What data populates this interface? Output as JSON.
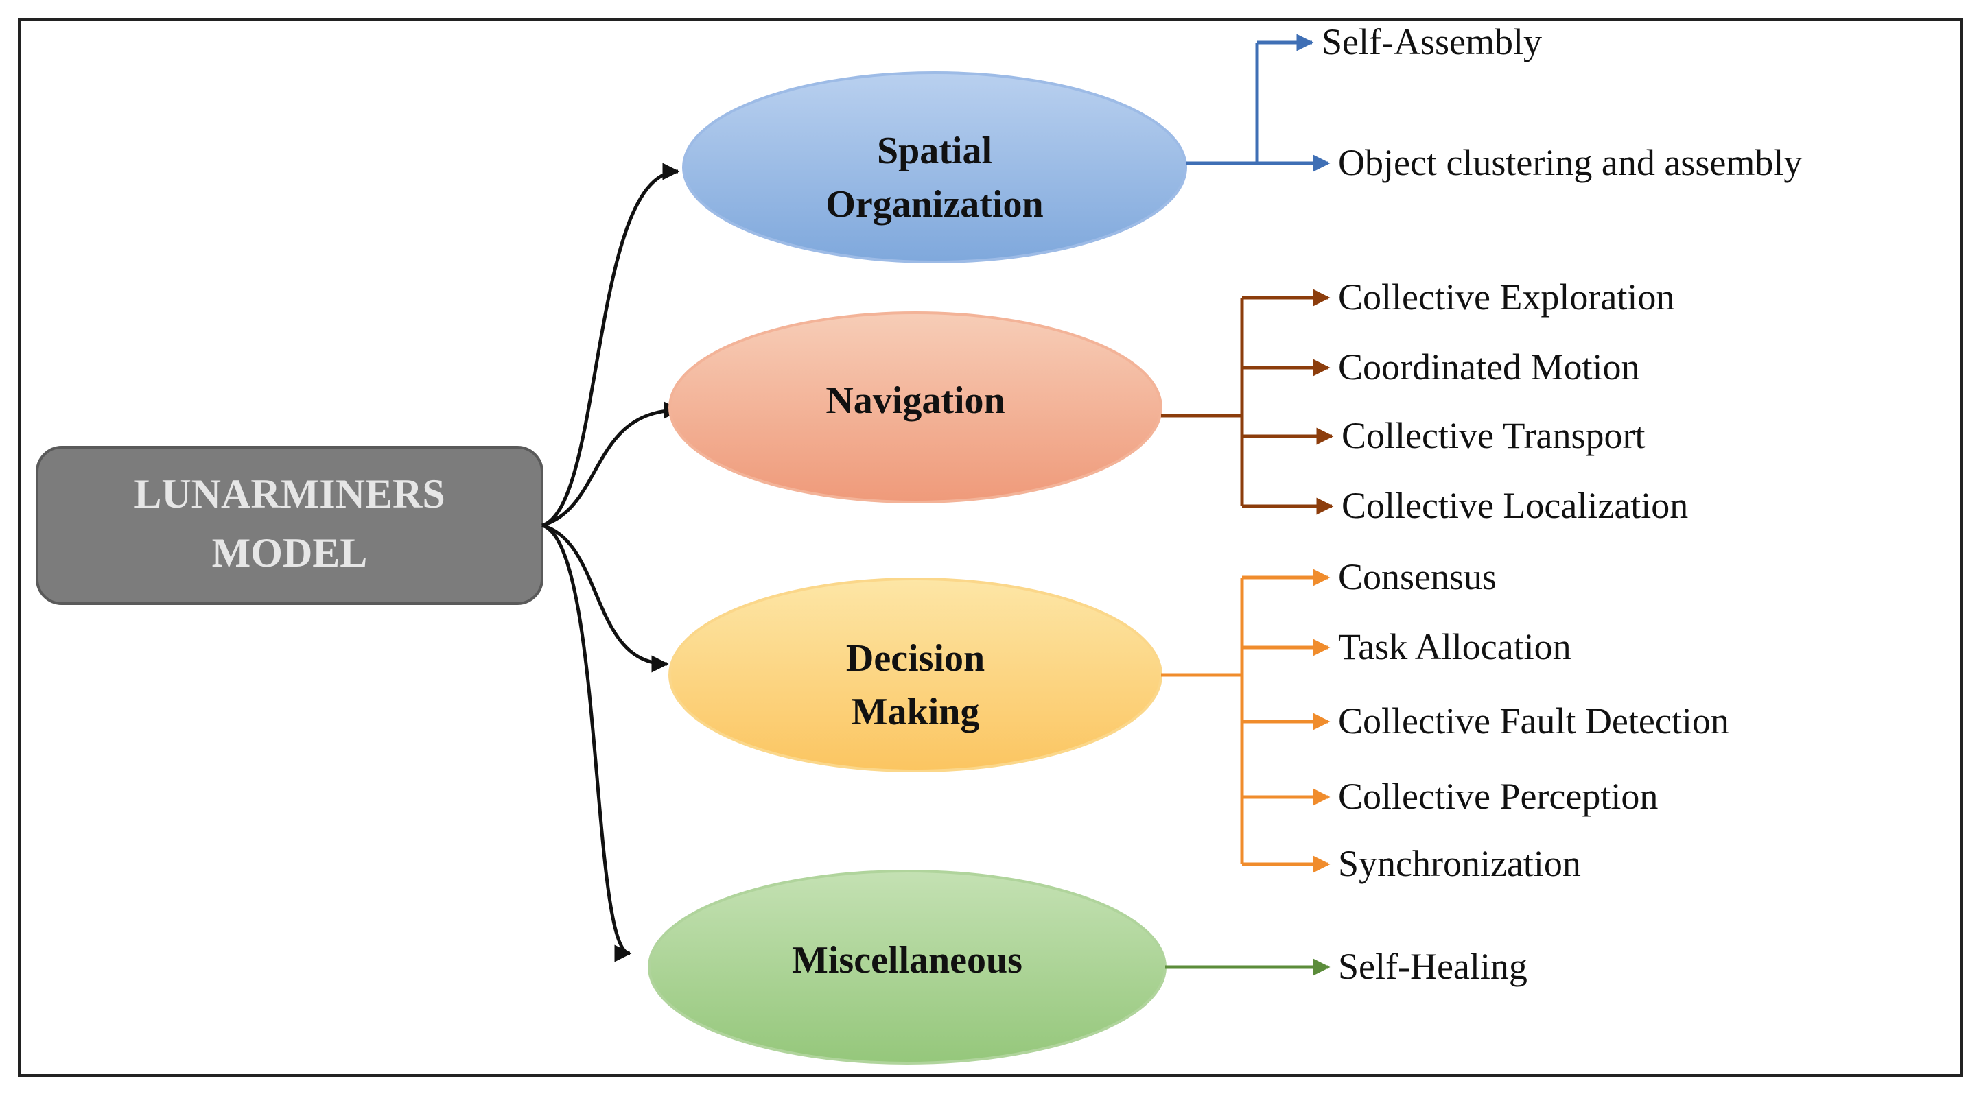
{
  "diagram": {
    "root": {
      "lines": [
        "LUNARMINERS",
        "MODEL"
      ]
    },
    "categories": [
      {
        "id": "spatial",
        "lines": [
          "Spatial",
          "Organization"
        ],
        "fill_top": "#b9d0ef",
        "fill_bottom": "#7fa8dc",
        "stroke": "#9dbbe6",
        "branch_color": "#3f6fb5",
        "items": [
          "Self-Assembly",
          "Object clustering and assembly"
        ]
      },
      {
        "id": "navigation",
        "lines": [
          "Navigation"
        ],
        "fill_top": "#f7cdb7",
        "fill_bottom": "#ef9a7a",
        "stroke": "#f3b398",
        "branch_color": "#8c3d0c",
        "items": [
          "Collective Exploration",
          "Coordinated Motion",
          "Collective Transport",
          "Collective Localization"
        ]
      },
      {
        "id": "decision",
        "lines": [
          "Decision",
          "Making"
        ],
        "fill_top": "#fde6a6",
        "fill_bottom": "#fbc561",
        "stroke": "#fbd78a",
        "branch_color": "#f08c2c",
        "items": [
          "Consensus",
          "Task Allocation",
          "Collective Fault Detection",
          "Collective Perception",
          "Synchronization"
        ]
      },
      {
        "id": "misc",
        "lines": [
          "Miscellaneous"
        ],
        "fill_top": "#c4e1b3",
        "fill_bottom": "#95c77b",
        "stroke": "#b0d49c",
        "branch_color": "#5b8c3a",
        "items": [
          "Self-Healing"
        ]
      }
    ],
    "colors": {
      "root_fill": "#7c7c7c",
      "root_stroke": "#5a5a5a",
      "root_connector": "#111111",
      "frame": "#222222"
    }
  }
}
